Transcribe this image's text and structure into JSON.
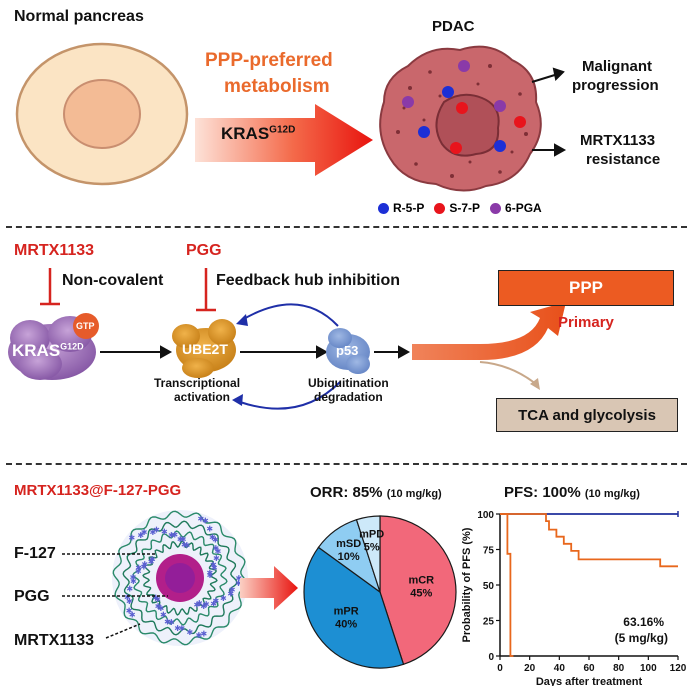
{
  "panel1": {
    "normal_label": "Normal pancreas",
    "ppp_line1": "PPP-preferred",
    "ppp_line2": "metabolism",
    "kras": "KRAS",
    "kras_sup": "G12D",
    "pdac_label": "PDAC",
    "outcome1_line1": "Malignant",
    "outcome1_line2": "progression",
    "outcome2_line1": "MRTX1133",
    "outcome2_line2": "resistance",
    "legend": [
      {
        "label": "R-5-P",
        "color": "#1c2fd6"
      },
      {
        "label": "S-7-P",
        "color": "#e8141c"
      },
      {
        "label": "6-PGA",
        "color": "#8a3aa8"
      }
    ]
  },
  "panel2": {
    "drug1": "MRTX1133",
    "drug1_mode": "Non-covalent",
    "drug2": "PGG",
    "drug2_mode": "Feedback hub inhibition",
    "gtp": "GTP",
    "kras": "KRAS",
    "kras_sup": "G12D",
    "ube2t": "UBE2T",
    "p53": "p53",
    "below_ube2t_1": "Transcriptional",
    "below_ube2t_2": "activation",
    "below_p53_1": "Ubiquitination",
    "below_p53_2": "degradation",
    "ppp_box": "PPP",
    "primary": "Primary",
    "tca_box": "TCA and glycolysis"
  },
  "panel3": {
    "formulation": "MRTX1133@F-127-PGG",
    "labels": [
      "F-127",
      "PGG",
      "MRTX1133"
    ],
    "orr_label": "ORR: 85%",
    "orr_dose": "(10 mg/kg)",
    "pfs_label": "PFS: 100%",
    "pfs_dose": "(10 mg/kg)"
  },
  "chart_data": [
    {
      "type": "pie",
      "title": "ORR: 85% (10 mg/kg)",
      "slices": [
        {
          "name": "mCR",
          "value": 45,
          "label": "45%",
          "color": "#f2687a"
        },
        {
          "name": "mPR",
          "value": 40,
          "label": "40%",
          "color": "#1d8fd3"
        },
        {
          "name": "mSD",
          "value": 10,
          "label": "10%",
          "color": "#8fcdf2"
        },
        {
          "name": "mPD",
          "value": 5,
          "label": "5%",
          "color": "#cde9f9"
        }
      ]
    },
    {
      "type": "line",
      "title": "PFS: 100% (10 mg/kg)",
      "xlabel": "Days after treatment",
      "ylabel": "Probability of PFS (%)",
      "xlim": [
        0,
        120
      ],
      "ylim": [
        0,
        100
      ],
      "xticks": [
        0,
        20,
        40,
        60,
        80,
        100,
        120
      ],
      "yticks": [
        0,
        25,
        50,
        75,
        100
      ],
      "annotation_line1": "63.16%",
      "annotation_line2": "(5 mg/kg)",
      "series": [
        {
          "color": "#1f2f9c",
          "points": [
            [
              0,
              100
            ],
            [
              120,
              100
            ]
          ]
        },
        {
          "color": "#e8671c",
          "points": [
            [
              0,
              100
            ],
            [
              31,
              100
            ],
            [
              31,
              95
            ],
            [
              33,
              95
            ],
            [
              33,
              89
            ],
            [
              38,
              89
            ],
            [
              38,
              84
            ],
            [
              43,
              84
            ],
            [
              43,
              79
            ],
            [
              48,
              79
            ],
            [
              48,
              74
            ],
            [
              53,
              74
            ],
            [
              53,
              68
            ],
            [
              108,
              68
            ],
            [
              108,
              63.16
            ],
            [
              120,
              63.16
            ]
          ]
        },
        {
          "color": "#e8671c",
          "points": [
            [
              0,
              100
            ],
            [
              5,
              100
            ],
            [
              5,
              72
            ],
            [
              7,
              72
            ],
            [
              7,
              0
            ],
            [
              9,
              0
            ]
          ]
        }
      ]
    }
  ]
}
